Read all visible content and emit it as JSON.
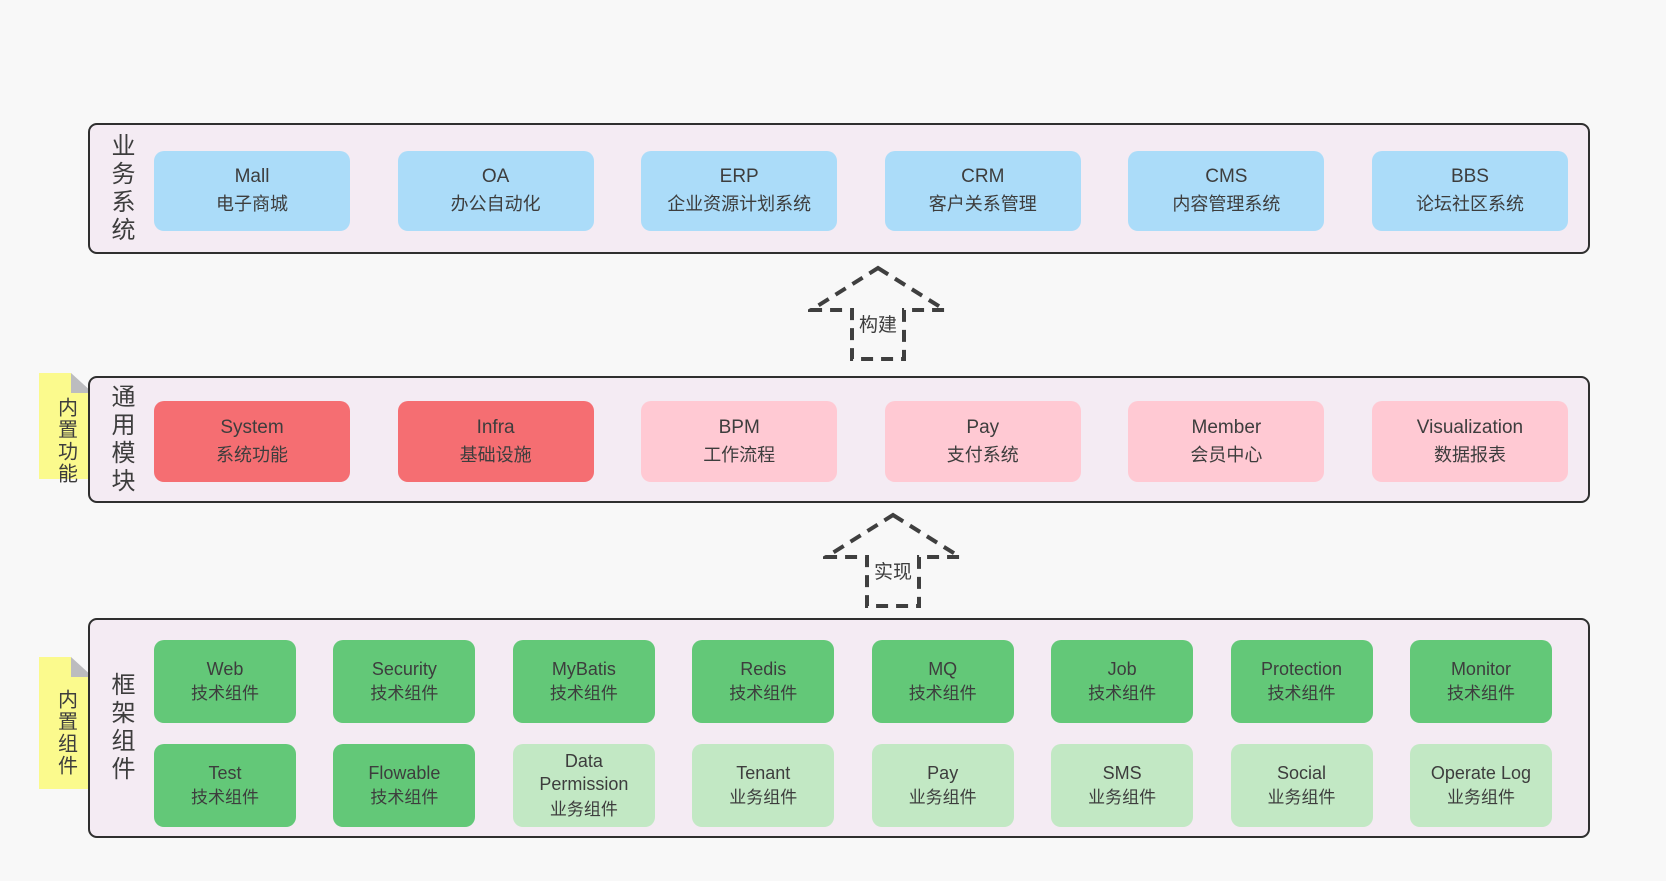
{
  "diagram": {
    "arrows": [
      {
        "label": "构建"
      },
      {
        "label": "实现"
      }
    ],
    "colors": {
      "page_bg": "#f8f8f8",
      "band_bg": "#f4ebf3",
      "band_border": "#2f2f2f",
      "blue": "#abdcf9",
      "red": "#f56e72",
      "pink": "#ffc9d3",
      "green": "#63c878",
      "light_green": "#c2e8c4",
      "sticky_yellow": "#fbfa8d",
      "fold_gray": "#bcbcbf",
      "text": "#3d3d3d"
    }
  },
  "bands": [
    {
      "label": "业务系统",
      "boxes": [
        {
          "name": "Mall",
          "desc": "电子商城"
        },
        {
          "name": "OA",
          "desc": "办公自动化"
        },
        {
          "name": "ERP",
          "desc": "企业资源计划系统"
        },
        {
          "name": "CRM",
          "desc": "客户关系管理"
        },
        {
          "name": "CMS",
          "desc": "内容管理系统"
        },
        {
          "name": "BBS",
          "desc": "论坛社区系统"
        }
      ]
    },
    {
      "label": "通用模块",
      "sticky": "内置功能",
      "boxes": [
        {
          "name": "System",
          "desc": "系统功能"
        },
        {
          "name": "Infra",
          "desc": "基础设施"
        },
        {
          "name": "BPM",
          "desc": "工作流程"
        },
        {
          "name": "Pay",
          "desc": "支付系统"
        },
        {
          "name": "Member",
          "desc": "会员中心"
        },
        {
          "name": "Visualization",
          "desc": "数据报表"
        }
      ]
    },
    {
      "label": "框架组件",
      "sticky": "内置组件",
      "rows": [
        [
          {
            "name": "Web",
            "desc": "技术组件"
          },
          {
            "name": "Security",
            "desc": "技术组件"
          },
          {
            "name": "MyBatis",
            "desc": "技术组件"
          },
          {
            "name": "Redis",
            "desc": "技术组件"
          },
          {
            "name": "MQ",
            "desc": "技术组件"
          },
          {
            "name": "Job",
            "desc": "技术组件"
          },
          {
            "name": "Protection",
            "desc": "技术组件"
          },
          {
            "name": "Monitor",
            "desc": "技术组件"
          }
        ],
        [
          {
            "name": "Test",
            "desc": "技术组件"
          },
          {
            "name": "Flowable",
            "desc": "技术组件"
          },
          {
            "name": "Data Permission",
            "desc": "业务组件"
          },
          {
            "name": "Tenant",
            "desc": "业务组件"
          },
          {
            "name": "Pay",
            "desc": "业务组件"
          },
          {
            "name": "SMS",
            "desc": "业务组件"
          },
          {
            "name": "Social",
            "desc": "业务组件"
          },
          {
            "name": "Operate Log",
            "desc": "业务组件"
          }
        ]
      ]
    }
  ]
}
